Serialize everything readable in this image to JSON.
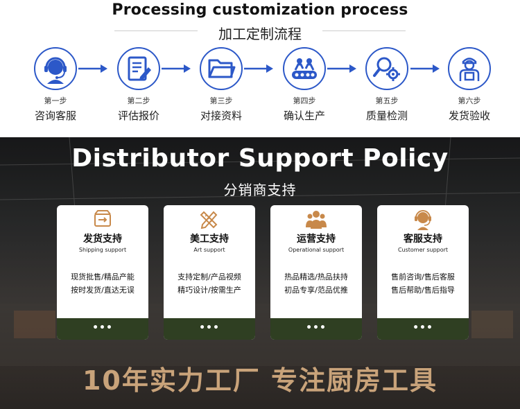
{
  "header": {
    "title": "Processing customization process",
    "subtitle": "加工定制流程"
  },
  "steps": [
    {
      "num": "第一步",
      "name": "咨询客服",
      "icon": "headset-agent-icon"
    },
    {
      "num": "第二步",
      "name": "评估报价",
      "icon": "document-edit-icon"
    },
    {
      "num": "第三步",
      "name": "对接资料",
      "icon": "folder-icon"
    },
    {
      "num": "第四步",
      "name": "确认生产",
      "icon": "production-line-icon"
    },
    {
      "num": "第五步",
      "name": "质量检测",
      "icon": "inspection-gear-icon"
    },
    {
      "num": "第六步",
      "name": "发货验收",
      "icon": "delivery-person-icon"
    }
  ],
  "policy": {
    "title": "Distributor Support Policy",
    "subtitle": "分销商支持",
    "cards": [
      {
        "title": "发货支持",
        "en": "Shipping support",
        "lines": [
          "现货批售/精品产能",
          "按时发货/直达无误"
        ],
        "footer": "•••",
        "icon": "package-icon"
      },
      {
        "title": "美工支持",
        "en": "Art support",
        "lines": [
          "支持定制/产品视频",
          "精巧设计/按需生产"
        ],
        "footer": "•••",
        "icon": "pencil-ruler-icon"
      },
      {
        "title": "运营支持",
        "en": "Operational support",
        "lines": [
          "热品精选/热品扶持",
          "初品专享/范品优推"
        ],
        "footer": "•••",
        "icon": "team-icon"
      },
      {
        "title": "客服支持",
        "en": "Customer support",
        "lines": [
          "售前咨询/售后客服",
          "售后帮助/售后指导"
        ],
        "footer": "•••",
        "icon": "support-agent-icon"
      }
    ],
    "slogan": "10年实力工厂 专注厨房工具"
  },
  "colors": {
    "step_blue": "#2c58c8",
    "card_footer": "#2f3f22",
    "slogan_gold": "#c9a37a",
    "icon_orange": "#c8894a"
  }
}
